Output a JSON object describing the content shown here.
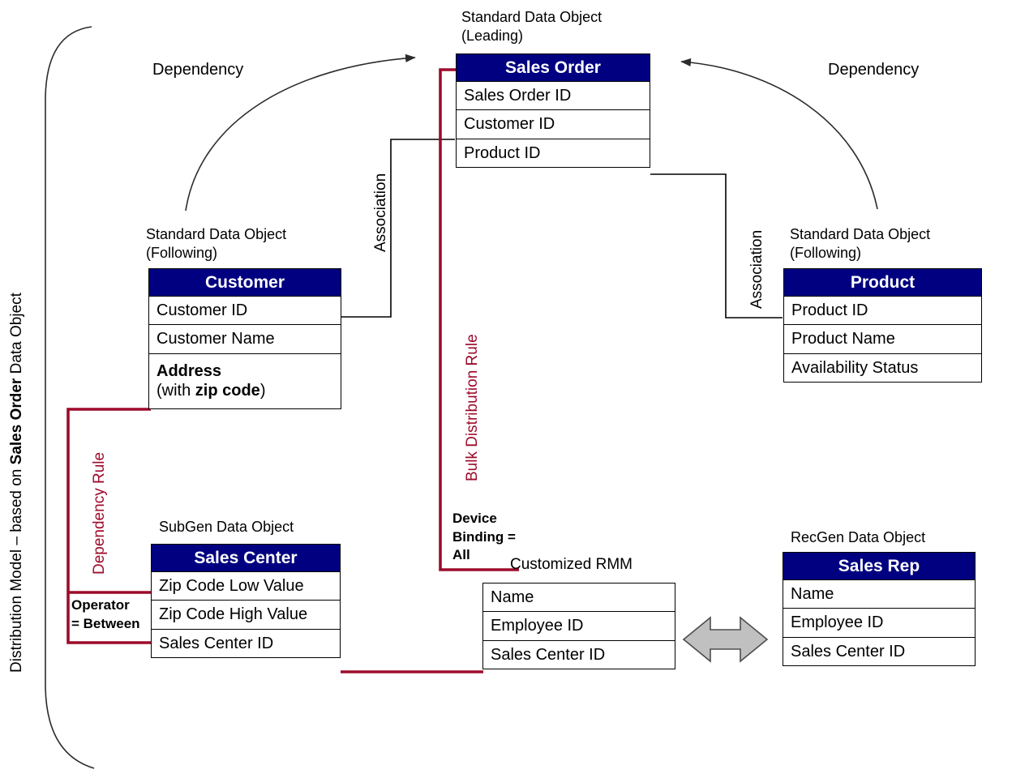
{
  "title": {
    "prefix": "Distribution Model – based on ",
    "bold": "Sales Order",
    "suffix": " Data Object"
  },
  "captions": {
    "sales_order_kind": "Standard Data Object\n(Leading)",
    "customer_kind": "Standard Data Object\n(Following)",
    "product_kind": "Standard Data Object\n(Following)",
    "sales_center_kind": "SubGen Data Object",
    "sales_rep_kind": "RecGen Data Object",
    "customized_rmm": "Customized  RMM",
    "device_binding": "Device\nBinding =\nAll",
    "operator": "Operator\n= Between",
    "dependency_left": "Dependency",
    "dependency_right": "Dependency",
    "association_left": "Association",
    "association_right": "Association",
    "bulk_distribution_rule": "Bulk Distribution Rule",
    "dependency_rule": "Dependency Rule"
  },
  "colors": {
    "header_blue": "#000080",
    "rule_red": "#9e0b2b",
    "line_black": "#000000",
    "arrow_gray": "#c0c0c0"
  },
  "entities": {
    "sales_order": {
      "name": "Sales Order",
      "fields": [
        "Sales Order ID",
        "Customer ID",
        "Product ID"
      ]
    },
    "customer": {
      "name": "Customer",
      "fields": [
        "Customer ID",
        "Customer Name"
      ],
      "address_bold": "Address",
      "address_line2_pre": "(with ",
      "address_line2_bold": "zip code",
      "address_line2_post": ")"
    },
    "product": {
      "name": "Product",
      "fields": [
        "Product ID",
        "Product Name",
        "Availability Status"
      ]
    },
    "sales_center": {
      "name": "Sales Center",
      "fields": [
        "Zip Code Low Value",
        "Zip Code High Value",
        "Sales Center ID"
      ]
    },
    "rmm": {
      "name": "",
      "fields": [
        "Name",
        "Employee ID",
        "Sales Center ID"
      ]
    },
    "sales_rep": {
      "name": "Sales Rep",
      "fields": [
        "Name",
        "Employee ID",
        "Sales Center ID"
      ]
    }
  }
}
